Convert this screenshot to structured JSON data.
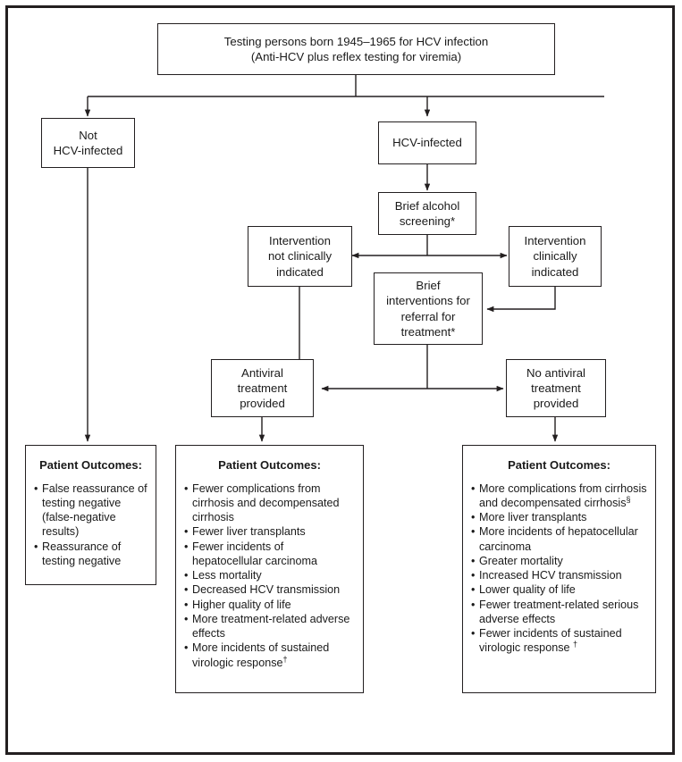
{
  "figure": {
    "type": "flowchart",
    "topic": "HCV birth-cohort testing analytic framework"
  },
  "nodes": {
    "testing": "Testing persons born 1945–1965 for HCV infection\n(Anti-HCV plus reflex testing for viremia)",
    "not_infected": "Not\nHCV-infected",
    "infected": "HCV-infected",
    "alcohol_screening": "Brief alcohol\nscreening*",
    "intervention_not_indicated": "Intervention\nnot clinically\nindicated",
    "intervention_indicated": "Intervention\nclinically\nindicated",
    "brief_interventions": "Brief\ninterventions for\nreferral for\ntreatment*",
    "antiviral_provided": "Antiviral\ntreatment\nprovided",
    "no_antiviral_provided": "No antiviral\ntreatment\nprovided"
  },
  "outcomes": {
    "title": "Patient Outcomes:",
    "not_infected": [
      "False reassurance of testing negative (false-negative results)",
      "Reassurance of testing negative"
    ],
    "treated": [
      "Fewer complications from cirrhosis and decompensated cirrhosis",
      "Fewer liver transplants",
      "Fewer incidents of hepatocellular carcinoma",
      "Less mortality",
      "Decreased HCV transmission",
      "Higher quality of life",
      "More treatment-related adverse effects",
      "More incidents of sustained virologic response†"
    ],
    "untreated": [
      "More complications from cirrhosis and decompensated cirrhosis§",
      "More liver transplants",
      "More incidents of hepatocellular carcinoma",
      "Greater mortality",
      "Increased HCV transmission",
      "Lower quality of life",
      "Fewer treatment-related serious adverse effects",
      "Fewer incidents of sustained virologic response †"
    ]
  },
  "colors": {
    "ink": "#1a1a1a",
    "stroke": "#231f20",
    "background": "#ffffff"
  }
}
